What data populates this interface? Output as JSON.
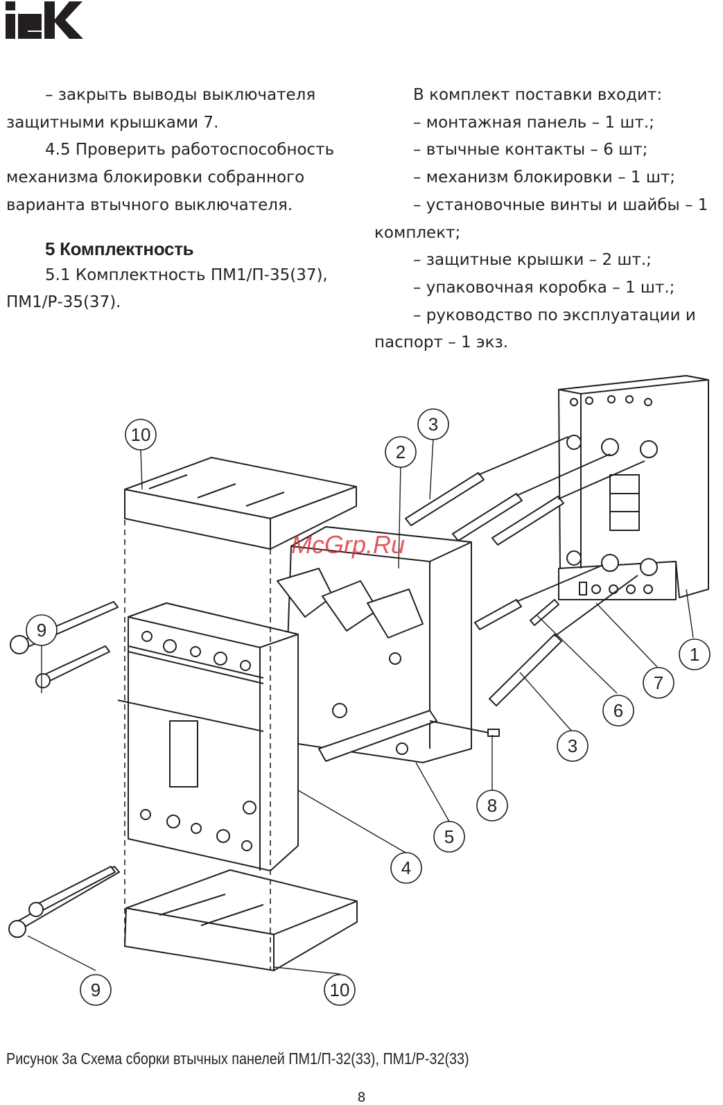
{
  "brand": "IEK",
  "left_column": {
    "p1": "– закрыть выводы выключателя защитными крышками 7.",
    "p2": "4.5 Проверить работоспособность механизма блокировки собранного варианта втычного выключателя.",
    "heading": "5 Комплектность",
    "p3": "5.1 Комплектность ПМ1/П-35(37), ПМ1/Р-35(37)."
  },
  "right_column": {
    "intro": "В комплект поставки входит:",
    "items": [
      "– монтажная панель – 1 шт.;",
      "– втычные контакты – 6 шт;",
      "– механизм блокировки – 1 шт;",
      "– установочные винты и шайбы – 1 комплект;",
      "– защитные крышки – 2 шт.;",
      "– упаковочная коробка – 1 шт.;",
      "– руководство по эксплуатации и паспорт – 1 экз."
    ]
  },
  "figure": {
    "watermark": "McGrp.Ru",
    "callouts": [
      "10",
      "3",
      "2",
      "9",
      "1",
      "7",
      "6",
      "3",
      "8",
      "5",
      "4",
      "9",
      "10"
    ]
  },
  "caption": "Рисунок 3а  Схема сборки втычных панелей ПМ1/П-32(33), ПМ1/Р-32(33)",
  "page_number": "8"
}
